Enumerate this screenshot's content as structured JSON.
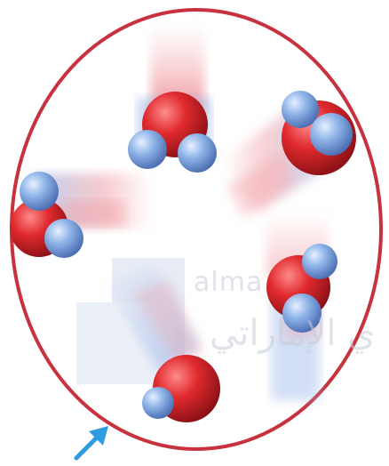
{
  "image": {
    "subject": "water-molecules-in-motion",
    "container_color": "#c8323e",
    "oxygen_color": "#d42a2f",
    "hydrogen_color": "#7fa7de",
    "motion_blur_color_red": "#e8838a",
    "motion_blur_color_blue": "#9db8e8",
    "arrow_color": "#2f9be0"
  },
  "watermark": {
    "latin": "alma",
    "arabic": "ي الإماراتي"
  }
}
